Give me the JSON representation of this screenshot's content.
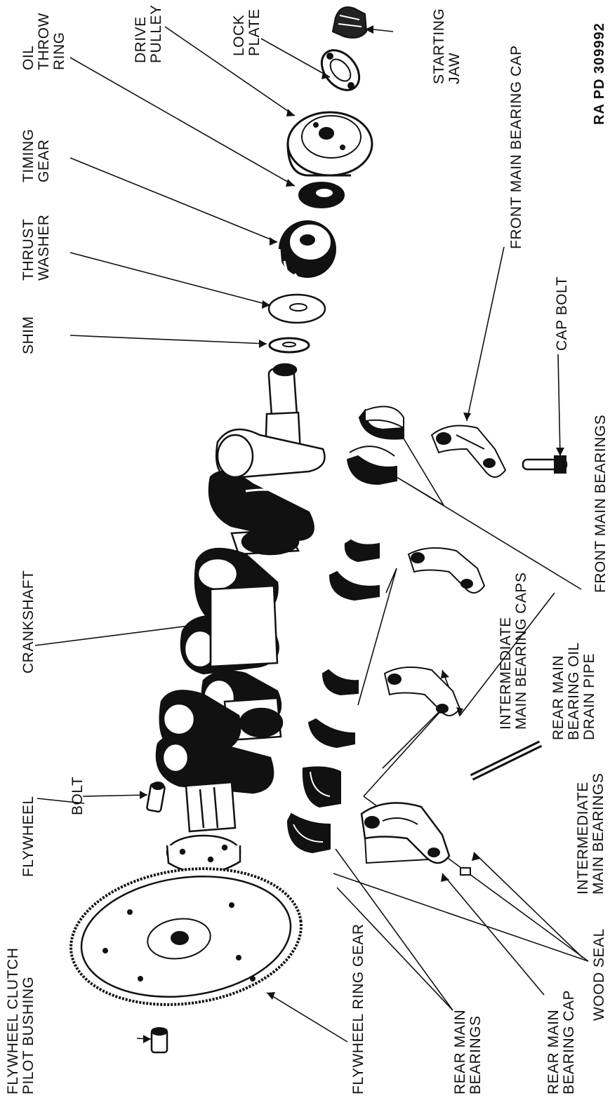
{
  "figure_code": "RA PD 309992",
  "labels": {
    "oil_throw_ring": [
      "OIL",
      "THROW",
      "RING"
    ],
    "drive_pulley": [
      "DRIVE",
      "PULLEY"
    ],
    "lock_plate": [
      "LOCK",
      "PLATE"
    ],
    "starting_jaw": [
      "STARTING",
      "JAW"
    ],
    "front_main_bearing_cap": [
      "FRONT MAIN BEARING CAP"
    ],
    "timing_gear": [
      "TIMING",
      "GEAR"
    ],
    "thrust_washer": [
      "THRUST",
      "WASHER"
    ],
    "shim": [
      "SHIM"
    ],
    "cap_bolt": [
      "CAP BOLT"
    ],
    "front_main_bearings": [
      "FRONT MAIN BEARINGS"
    ],
    "crankshaft": [
      "CRANKSHAFT"
    ],
    "intermediate_main_bearing_caps": [
      "INTERMEDIATE",
      "MAIN BEARING CAPS"
    ],
    "rear_main_bearing_oil_drain_pipe": [
      "REAR MAIN",
      "BEARING OIL",
      "DRAIN PIPE"
    ],
    "intermediate_main_bearings": [
      "INTERMEDIATE",
      "MAIN BEARINGS"
    ],
    "bolt": [
      "BOLT"
    ],
    "flywheel": [
      "FLYWHEEL"
    ],
    "flywheel_clutch_pilot_bushing": [
      "FLYWHEEL CLUTCH",
      "PILOT BUSHING"
    ],
    "flywheel_ring_gear": [
      "FLYWHEEL RING GEAR"
    ],
    "rear_main_bearings": [
      "REAR MAIN",
      "BEARINGS"
    ],
    "rear_main_bearing_cap": [
      "REAR MAIN",
      "BEARING CAP"
    ],
    "wood_seal": [
      "WOOD SEAL"
    ]
  }
}
